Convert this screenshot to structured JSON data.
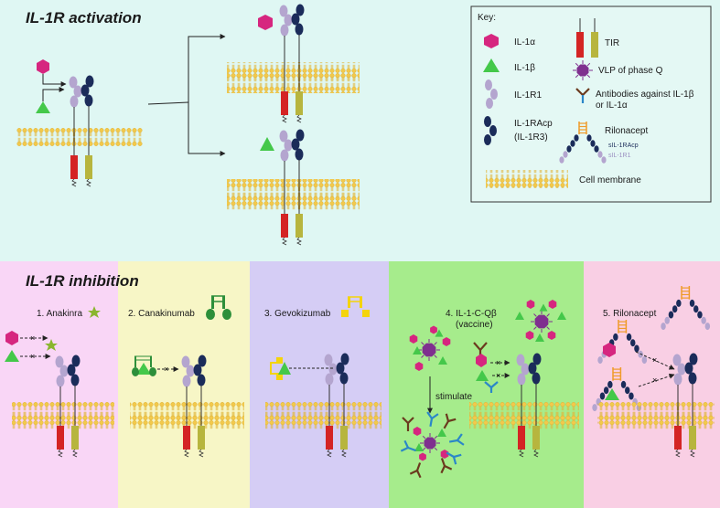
{
  "top_title": "IL-1R activation",
  "bottom_title": "IL-1R inhibition",
  "key": {
    "heading": "Key:",
    "il1a": "IL-1α",
    "il1b": "IL-1β",
    "il1r1": "IL-1R1",
    "il1racp": "IL-1RAcp",
    "il1racp_alt": "(IL-1R3)",
    "tir": "TIR",
    "vlp": "VLP of phase Q",
    "antibodies_1": "Antibodies against IL-1β",
    "antibodies_2": "or IL-1α",
    "rilonacept": "Rilonacept",
    "sil1racp": "sIL-1RAcp",
    "sil1r1": "sIL-1R1",
    "membrane": "Cell membrane"
  },
  "panels": {
    "p1": "1. Anakinra",
    "p2": "2. Canakinumab",
    "p3": "3. Gevokizumab",
    "p4_line1": "4.  IL-1-C-Qβ",
    "p4_line2": "(vaccine)",
    "p5": "5. Rilonacept",
    "stimulate": "stimulate",
    "block_mark": "×"
  },
  "colors": {
    "top_bg": "#dff7f3",
    "anakinra_bg": "#f9d6f6",
    "canakinumab_bg": "#f7f6c6",
    "gevokizumab_bg": "#d5cdf5",
    "vaccine_bg": "#a6ec8c",
    "rilonacept_bg": "#f9cfe4",
    "il1a": "#d6267f",
    "il1b": "#44c84a",
    "il1r1": "#b4a5cf",
    "il1racp": "#1b2c5a",
    "tir_red": "#d42424",
    "tir_olive": "#b7b53e",
    "membrane": "#f2c94c",
    "vlp": "#7f2f8f",
    "antibody_brown": "#6b3a1e",
    "antibody_blue": "#2b87c8",
    "rilonacept_orange": "#ef9b2a"
  }
}
